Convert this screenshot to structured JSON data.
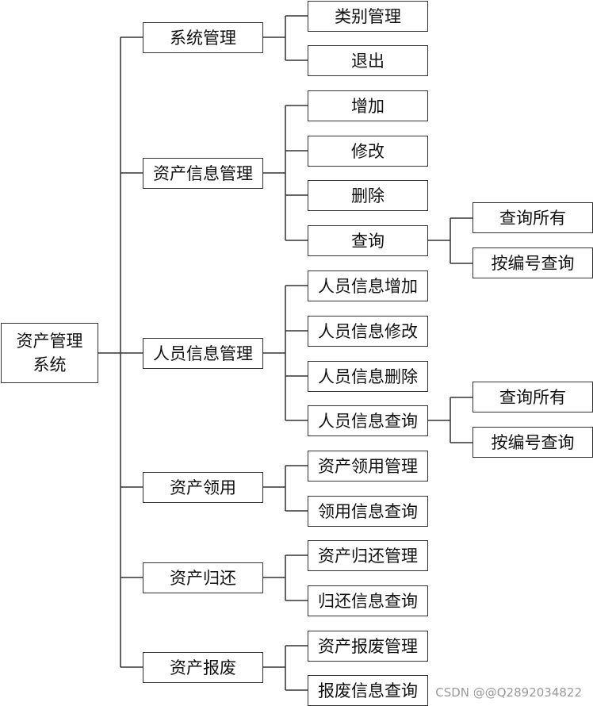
{
  "root": {
    "label": "资产管理系统"
  },
  "modules": [
    {
      "label": "系统管理",
      "children": [
        {
          "label": "类别管理"
        },
        {
          "label": "退出"
        }
      ]
    },
    {
      "label": "资产信息管理",
      "children": [
        {
          "label": "增加"
        },
        {
          "label": "修改"
        },
        {
          "label": "删除"
        },
        {
          "label": "查询",
          "children": [
            {
              "label": "查询所有"
            },
            {
              "label": "按编号查询"
            }
          ]
        }
      ]
    },
    {
      "label": "人员信息管理",
      "children": [
        {
          "label": "人员信息增加"
        },
        {
          "label": "人员信息修改"
        },
        {
          "label": "人员信息删除"
        },
        {
          "label": "人员信息查询",
          "children": [
            {
              "label": "查询所有"
            },
            {
              "label": "按编号查询"
            }
          ]
        }
      ]
    },
    {
      "label": "资产领用",
      "children": [
        {
          "label": "资产领用管理"
        },
        {
          "label": "领用信息查询"
        }
      ]
    },
    {
      "label": "资产归还",
      "children": [
        {
          "label": "资产归还管理"
        },
        {
          "label": "归还信息查询"
        }
      ]
    },
    {
      "label": "资产报废",
      "children": [
        {
          "label": "资产报废管理"
        },
        {
          "label": "报废信息查询"
        }
      ]
    }
  ],
  "watermark": "CSDN @@Q2892034822",
  "colors": {
    "line": "#333333",
    "border": "#333333",
    "watermark": "#9a9a9a"
  }
}
